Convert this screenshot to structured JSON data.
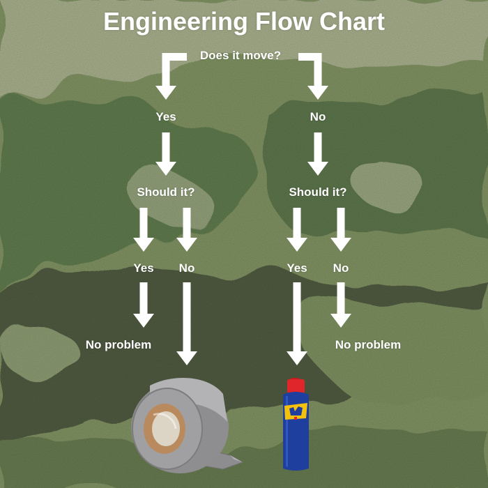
{
  "title": "Engineering Flow Chart",
  "nodes": {
    "question_move": "Does it move?",
    "yes": "Yes",
    "no": "No",
    "should_left": "Should it?",
    "should_right": "Should it?",
    "left_yes": "Yes",
    "left_no": "No",
    "right_yes": "Yes",
    "right_no": "No",
    "no_problem_left": "No problem",
    "no_problem_right": "No problem"
  },
  "colors": {
    "arrow": "#ffffff",
    "tape": "#9a9a9c",
    "tape_core": "#b98a5e",
    "can_body": "#1f3f9e",
    "can_cap": "#e0262a",
    "can_label": "#f4c20d",
    "camo_base": "#7f9163"
  },
  "icons": {
    "left_result": "duct-tape-icon",
    "right_result": "lubricant-spray-can-icon"
  }
}
